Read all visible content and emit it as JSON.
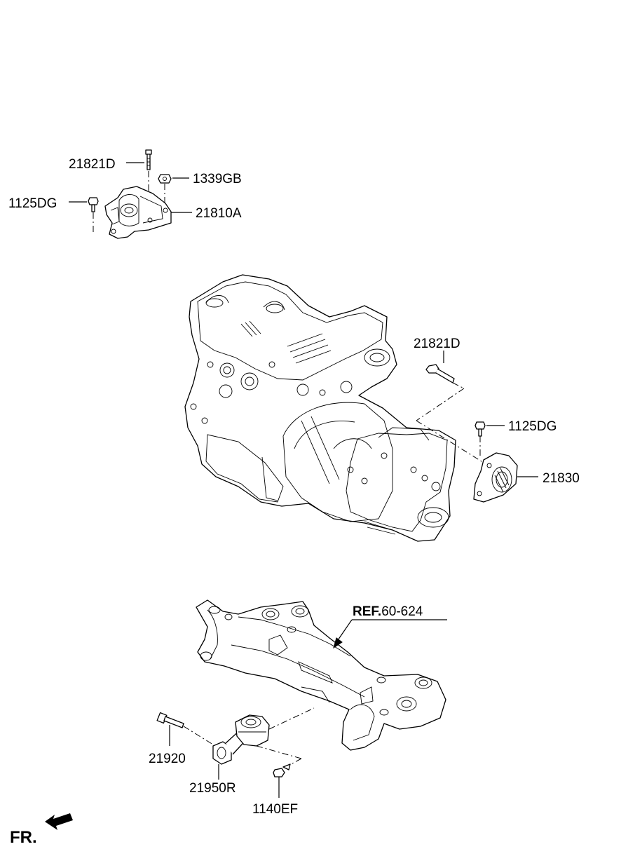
{
  "labels": {
    "bolt_top_mount": "21821D",
    "nut_top_mount": "1339GB",
    "bolt_left": "1125DG",
    "mount_bracket_top": "21810A",
    "bolt_right_mount": "21821D",
    "bolt_right_small": "1125DG",
    "mount_right": "21830",
    "ref_prefix": "REF.",
    "ref_number": "60-624",
    "bolt_lower": "21920",
    "roll_rod": "21950R",
    "bolt_roll_rod": "1140EF",
    "front_indicator": "FR."
  }
}
